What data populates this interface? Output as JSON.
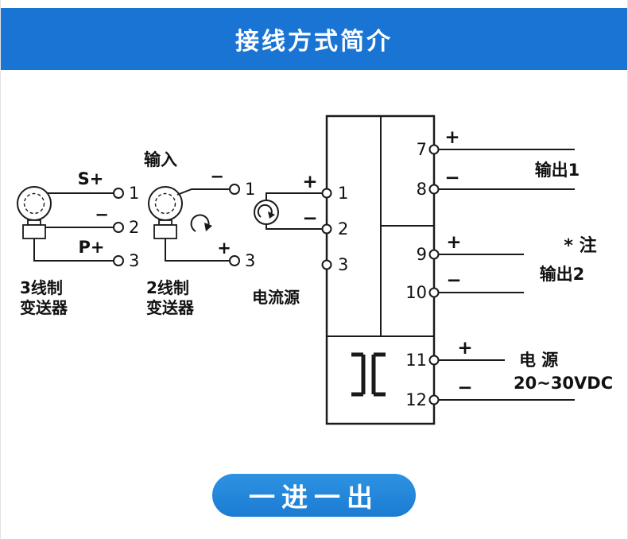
{
  "header": {
    "title": "接线方式简介"
  },
  "badge": {
    "label": "一进一出"
  },
  "colors": {
    "header_bg": "#1a74d4",
    "badge_bg": "#2088dc",
    "line": "#1a1a1a"
  },
  "diagram": {
    "input_label": "输入",
    "three_wire_transmitter": {
      "name_l1": "3线制",
      "name_l2": "变送器",
      "signals": [
        "S+",
        "−",
        "P+"
      ],
      "terminals": [
        "1",
        "2",
        "3"
      ]
    },
    "two_wire_transmitter": {
      "name_l1": "2线制",
      "name_l2": "变送器",
      "signals": [
        "−",
        "+"
      ],
      "terminals": [
        "1",
        "3"
      ]
    },
    "current_source": {
      "label": "电流源",
      "plus": "+",
      "minus": "−"
    },
    "isolator": {
      "input_terminals": [
        "1",
        "2",
        "3"
      ],
      "output_terminals": [
        "7",
        "8",
        "9",
        "10",
        "11",
        "12"
      ],
      "output_polarities": [
        "+",
        "−",
        "+",
        "−",
        "+",
        "−"
      ]
    },
    "annotations": {
      "output1": "输出1",
      "note": "* 注",
      "output2": "输出2",
      "power": "电 源",
      "voltage": "20~30VDC"
    }
  }
}
